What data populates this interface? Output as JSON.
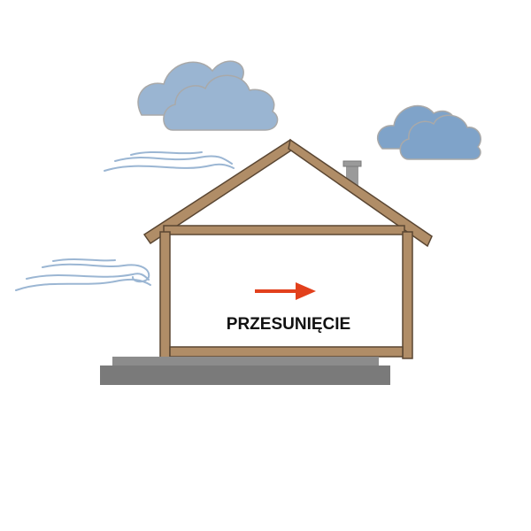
{
  "diagram": {
    "label": "PRZESUNIĘCIE",
    "colors": {
      "background": "#ffffff",
      "frame_fill": "#b08d67",
      "frame_stroke": "#5a4632",
      "cloud_light": "#9ab5d2",
      "cloud_dark": "#7fa3c9",
      "cloud_stroke": "#a9a9a9",
      "wind": "#9bb6d3",
      "arrow": "#e2401c",
      "chimney": "#9a9a9a",
      "foundation_top": "#8c8c8c",
      "foundation_base": "#7a7a7a"
    },
    "elements": {
      "clouds": [
        "cloud-large",
        "cloud-small"
      ],
      "wind_icon": "wind-gust-icon",
      "arrow_icon": "arrow-right-icon",
      "chimney_icon": "chimney-icon"
    }
  }
}
